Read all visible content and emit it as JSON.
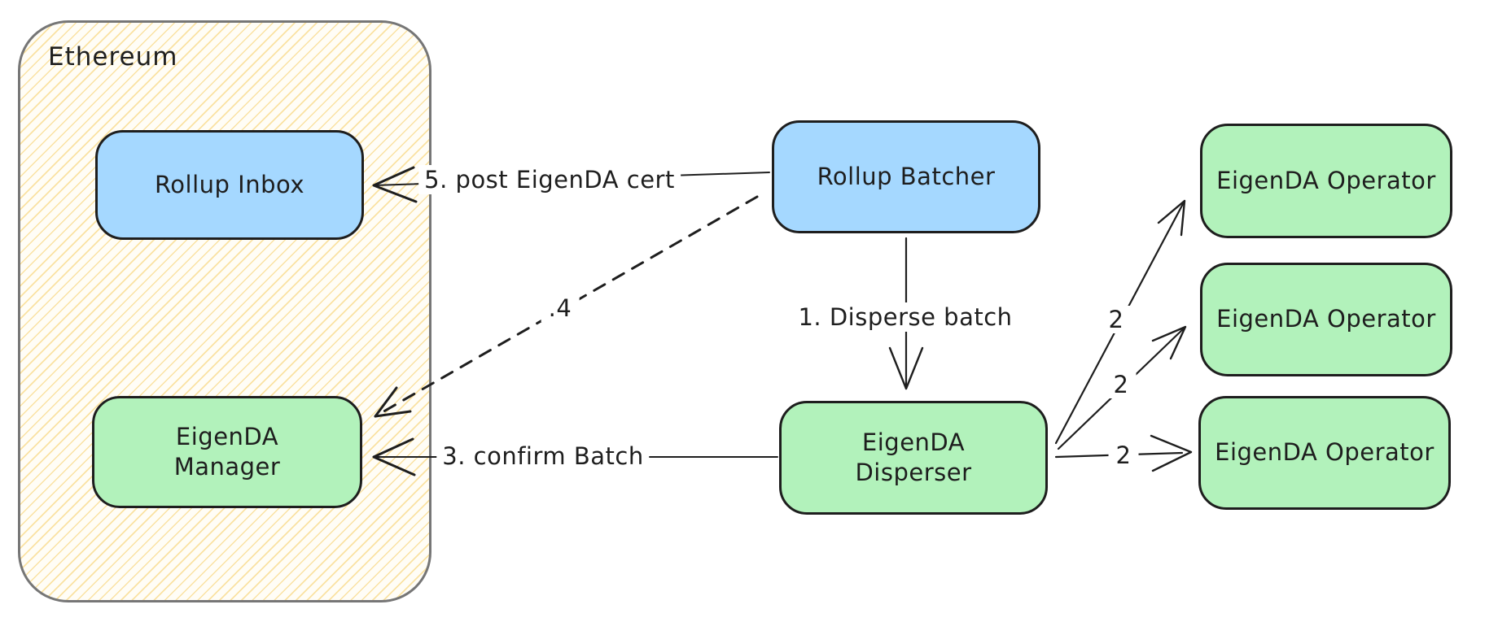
{
  "diagram": {
    "container": {
      "label": "Ethereum",
      "fill": "#fffdf6",
      "hatch_color": "#f5cb5c",
      "border_color": "#767676"
    },
    "nodes": {
      "rollup_inbox": {
        "label": "Rollup Inbox",
        "color": "#a5d8ff"
      },
      "rollup_batcher": {
        "label": "Rollup Batcher",
        "color": "#a5d8ff"
      },
      "eigenda_manager": {
        "label": "EigenDA\nManager",
        "color": "#b2f2bb"
      },
      "eigenda_disperser": {
        "label": "EigenDA\nDisperser",
        "color": "#b2f2bb"
      },
      "operators": [
        {
          "label": "EigenDA Operator",
          "color": "#b2f2bb"
        },
        {
          "label": "EigenDA Operator",
          "color": "#b2f2bb"
        },
        {
          "label": "EigenDA Operator",
          "color": "#b2f2bb"
        }
      ]
    },
    "edges": {
      "disperse_batch": {
        "label": "1. Disperse batch",
        "from": "Rollup Batcher",
        "to": "EigenDA Disperser",
        "style": "solid"
      },
      "to_operator_1": {
        "label": "2",
        "from": "EigenDA Disperser",
        "to": "EigenDA Operator",
        "style": "solid"
      },
      "to_operator_2": {
        "label": "2",
        "from": "EigenDA Disperser",
        "to": "EigenDA Operator",
        "style": "solid"
      },
      "to_operator_3": {
        "label": "2",
        "from": "EigenDA Disperser",
        "to": "EigenDA Operator",
        "style": "solid"
      },
      "confirm_batch": {
        "label": "3. confirm Batch",
        "from": "EigenDA Disperser",
        "to": "EigenDA Manager",
        "style": "solid"
      },
      "cert_to_manager": {
        "label": ".4",
        "from": "Rollup Batcher",
        "to": "EigenDA Manager",
        "style": "dashed"
      },
      "post_cert": {
        "label": "5. post EigenDA cert",
        "from": "Rollup Batcher",
        "to": "Rollup Inbox",
        "style": "solid"
      }
    },
    "colors": {
      "stroke": "#1e1e1e",
      "blue": "#a5d8ff",
      "green": "#b2f2bb"
    }
  }
}
